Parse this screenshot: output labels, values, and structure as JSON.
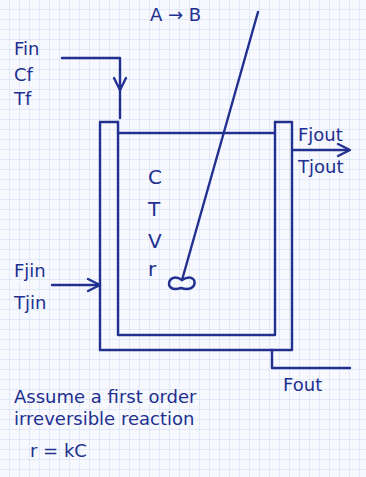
{
  "diagram": {
    "title": "A → B",
    "nodes": [
      {
        "text": [
          "C",
          "T",
          "V",
          "r"
        ]
      }
    ],
    "labels": [
      "Fin",
      "Cf",
      "Tf",
      "Fjout",
      "Tjout",
      "Fjin",
      "Tjin",
      "Fout",
      "Assume a first order irreversible reaction",
      "r = kC"
    ]
  }
}
